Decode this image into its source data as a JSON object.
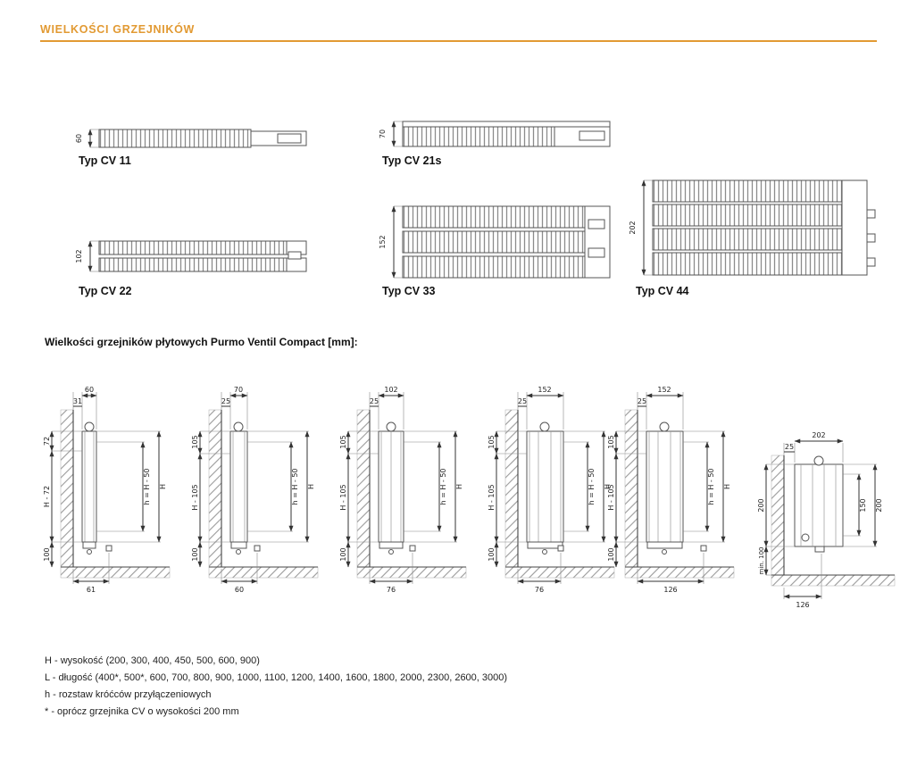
{
  "header": {
    "title": "WIELKOŚCI GRZEJNIKÓW",
    "accent_color": "#E29A33"
  },
  "cross_sections": [
    {
      "label": "Typ CV 11",
      "height_dim": "60"
    },
    {
      "label": "Typ CV 21s",
      "height_dim": "70"
    },
    {
      "label": "Typ CV 22",
      "height_dim": "102"
    },
    {
      "label": "Typ CV 33",
      "height_dim": "152"
    },
    {
      "label": "Typ CV 44",
      "height_dim": "202"
    }
  ],
  "section_title": "Wielkości grzejników płytowych Purmo Ventil Compact [mm]:",
  "side_views": [
    {
      "depth": "60",
      "wall_offset": "31",
      "top_offset": "72",
      "mid_span": "H - 72",
      "floor_clearance": "100",
      "connection_spacing": "h = H - 50",
      "height": "H",
      "bottom_span": "61"
    },
    {
      "depth": "70",
      "wall_offset": "25",
      "top_offset": "105",
      "mid_span": "H - 105",
      "floor_clearance": "100",
      "connection_spacing": "h = H - 50",
      "height": "H",
      "bottom_span": "60"
    },
    {
      "depth": "102",
      "wall_offset": "25",
      "top_offset": "105",
      "mid_span": "H - 105",
      "floor_clearance": "100",
      "connection_spacing": "h = H - 50",
      "height": "H",
      "bottom_span": "76"
    },
    {
      "depth": "152",
      "wall_offset": "25",
      "top_offset": "105",
      "mid_span": "H - 105",
      "floor_clearance": "100",
      "connection_spacing": "h = H - 50",
      "height": "H",
      "bottom_span": "76"
    },
    {
      "depth": "152",
      "wall_offset": "25",
      "top_offset": "105",
      "mid_span": "H - 105",
      "floor_clearance": "100",
      "connection_spacing": "h = H - 50",
      "height": "H",
      "bottom_span": "126"
    }
  ],
  "detail_view": {
    "depth": "202",
    "wall_offset": "25",
    "panel_height": "200",
    "floor_clearance": "min. 100",
    "connection_spacing": "150",
    "height": "200",
    "bottom_span": "126"
  },
  "legend": {
    "line1": "H - wysokość (200, 300, 400, 450, 500, 600, 900)",
    "line2": "L - długość (400*, 500*, 600, 700, 800, 900, 1000, 1100, 1200, 1400, 1600, 1800, 2000, 2300, 2600, 3000)",
    "line3": "h - rozstaw króćców przyłączeniowych",
    "line4": "* - oprócz grzejnika CV o wysokości 200 mm"
  }
}
